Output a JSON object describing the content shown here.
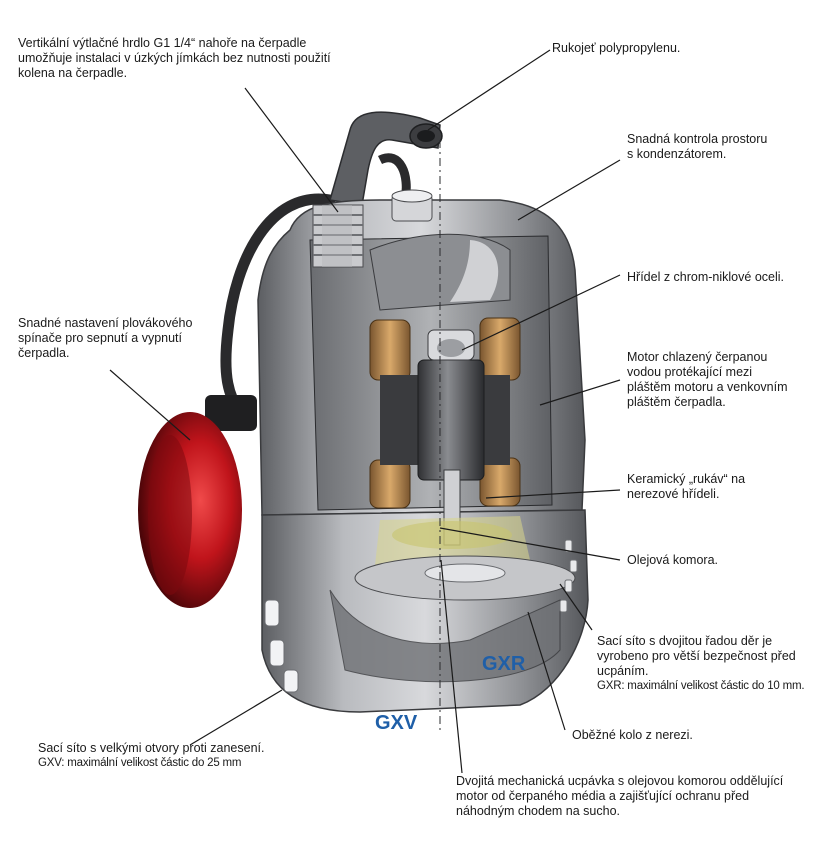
{
  "colors": {
    "model_label": "#1f5fa8",
    "float_red": "#c0141b",
    "body_gray": "#9a9ca0",
    "copper": "#b8874f"
  },
  "labels": {
    "outlet": [
      "Vertikální výtlačné hrdlo G1 1/4“ nahoře na čerpadle",
      "umožňuje instalaci v úzkých jímkách bez nutnosti použití",
      "kolena na čerpadle."
    ],
    "handle": "Rukojeť polypropylenu.",
    "condenser": [
      "Snadná kontrola prostoru",
      "s kondenzátorem."
    ],
    "shaft": "Hřídel z chrom-niklové oceli.",
    "float": [
      "Snadné nastavení plovákového",
      "spínače pro sepnutí a vypnutí",
      "čerpadla."
    ],
    "motor": [
      "Motor chlazený čerpanou",
      "vodou protékající mezi",
      "pláštěm motoru a venkovním",
      "pláštěm čerpadla."
    ],
    "ceramic": [
      "Keramický „rukáv“ na",
      "nerezové hřídeli."
    ],
    "oil": "Olejová komora.",
    "screen_gxr": [
      "Sací síto s dvojitou řadou děr je",
      "vyrobeno pro větší bezpečnost před",
      "ucpáním.",
      "GXR: maximální velikost částic do 10 mm."
    ],
    "impeller": "Oběžné kolo z nerezi.",
    "screen_gxv": [
      "Sací síto s velkými otvory proti zanesení.",
      "GXV: maximální velikost částic do 25 mm"
    ],
    "seal": [
      "Dvojitá mechanická ucpávka s olejovou komorou oddělující",
      "motor od čerpaného média a zajišťující ochranu před",
      "náhodným chodem na sucho."
    ]
  },
  "models": {
    "gxr": "GXR",
    "gxv": "GXV"
  }
}
